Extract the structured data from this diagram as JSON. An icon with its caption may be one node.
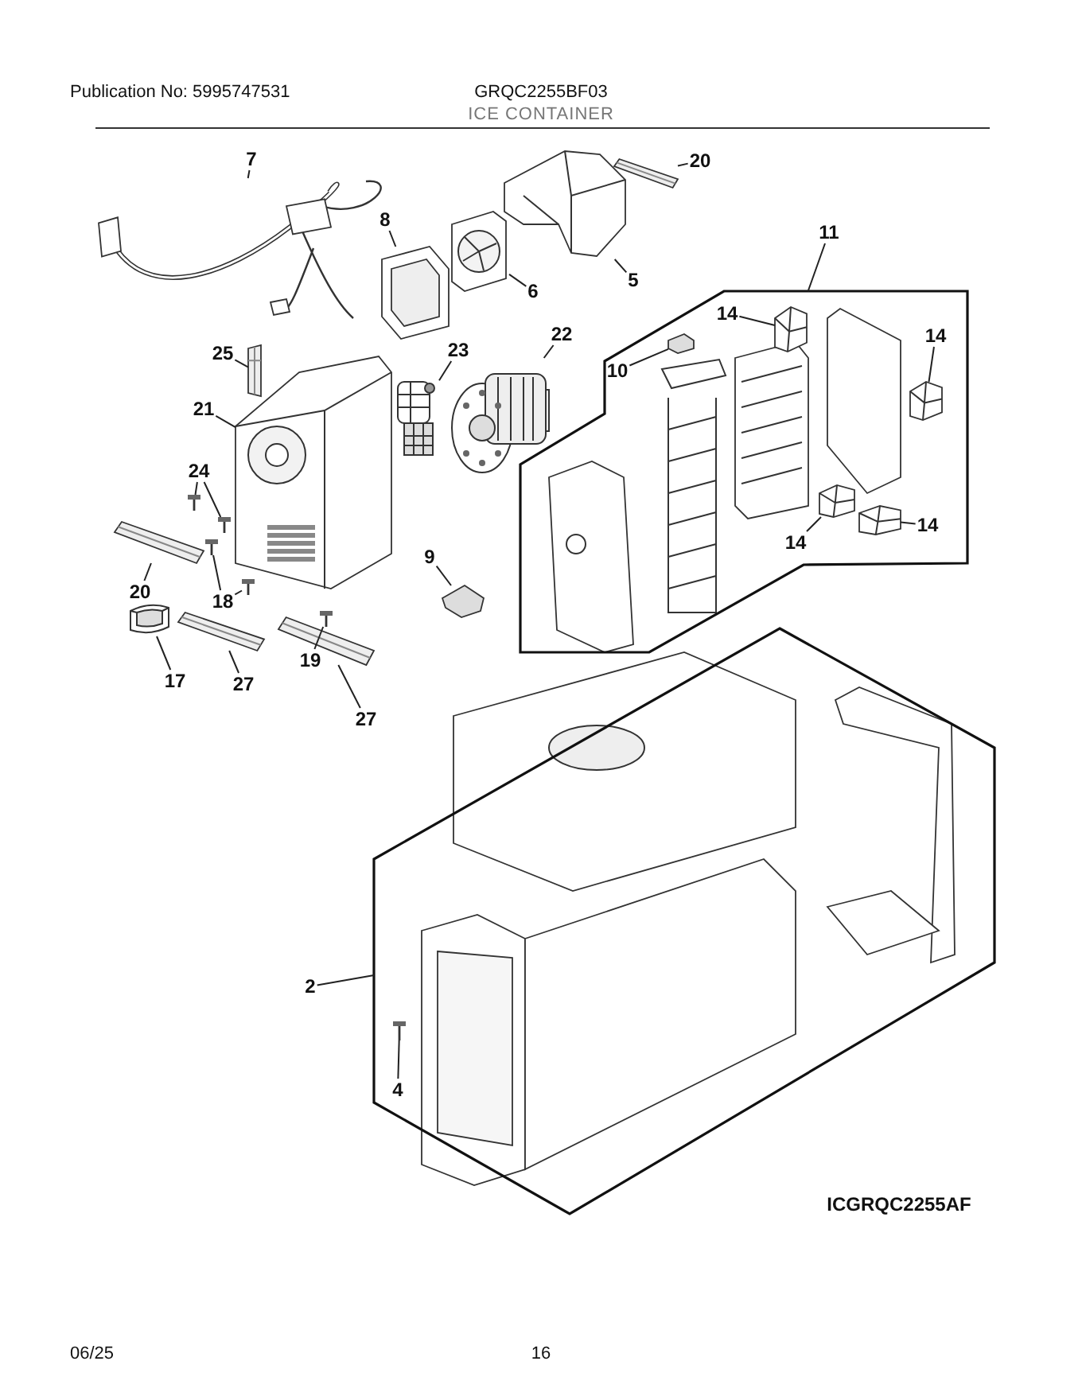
{
  "diagram": {
    "title": "ICE CONTAINER",
    "nodes": [
      {
        "text": [
          "7"
        ]
      },
      {
        "text": [],
        "shape": "picture"
      },
      {
        "text": [
          "8"
        ]
      },
      {
        "text": [],
        "shape": "picture"
      },
      {
        "text": [
          "6"
        ]
      },
      {
        "text": [],
        "shape": "picture"
      },
      {
        "text": [
          "5"
        ]
      },
      {
        "text": [],
        "shape": "picture"
      },
      {
        "text": [
          "20"
        ]
      },
      {
        "text": [],
        "shape": "picture"
      },
      {
        "text": [
          "11"
        ]
      },
      {
        "text": [],
        "shape": "box"
      },
      {
        "text": [
          "14"
        ],
        "in": 11
      },
      {
        "text": [],
        "shape": "box",
        "in": 11
      },
      {
        "text": [
          "10"
        ],
        "in": 11
      },
      {
        "text": [],
        "shape": "picture",
        "in": 11
      },
      {
        "text": [
          "14"
        ],
        "in": 11
      },
      {
        "text": [],
        "shape": "box",
        "in": 11
      },
      {
        "text": [
          "14"
        ],
        "in": 11
      },
      {
        "text": [],
        "shape": "box",
        "in": 11
      },
      {
        "text": [
          "14"
        ],
        "in": 11
      },
      {
        "text": [],
        "shape": "box",
        "in": 11
      },
      {
        "text": [
          "25"
        ]
      },
      {
        "text": [],
        "shape": "bar"
      },
      {
        "text": [
          "21"
        ]
      },
      {
        "text": [],
        "shape": "picture"
      },
      {
        "text": [
          "23"
        ]
      },
      {
        "text": [],
        "shape": "picture"
      },
      {
        "text": [
          "22"
        ]
      },
      {
        "text": [],
        "shape": "picture"
      },
      {
        "text": [
          "24"
        ]
      },
      {
        "text": [],
        "shape": "picture"
      },
      {
        "text": [],
        "shape": "picture"
      },
      {
        "text": [
          "20"
        ]
      },
      {
        "text": [],
        "shape": "picture"
      },
      {
        "text": [
          "18"
        ]
      },
      {
        "text": [],
        "shape": "picture"
      },
      {
        "text": [],
        "shape": "picture"
      },
      {
        "text": [
          "17"
        ]
      },
      {
        "text": [],
        "shape": "picture"
      },
      {
        "text": [
          "27"
        ]
      },
      {
        "text": [],
        "shape": "picture"
      },
      {
        "text": [
          "19"
        ]
      },
      {
        "text": [],
        "shape": "picture"
      },
      {
        "text": [
          "27"
        ]
      },
      {
        "text": [],
        "shape": "picture"
      },
      {
        "text": [
          "9"
        ]
      },
      {
        "text": [],
        "shape": "picture"
      },
      {
        "text": [
          "2"
        ]
      },
      {
        "text": [],
        "shape": "box"
      },
      {
        "text": [
          "4"
        ],
        "in": 49
      },
      {
        "text": [],
        "shape": "picture",
        "in": 49
      }
    ],
    "edges": [
      {
        "from": 0,
        "to": 1,
        "arrow": "none"
      },
      {
        "from": 2,
        "to": 3,
        "arrow": "none"
      },
      {
        "from": 4,
        "to": 5,
        "arrow": "none"
      },
      {
        "from": 6,
        "to": 7,
        "arrow": "none"
      },
      {
        "from": 8,
        "to": 9,
        "arrow": "none"
      },
      {
        "from": 10,
        "to": 11,
        "arrow": "none"
      },
      {
        "from": 12,
        "to": 13,
        "arrow": "none"
      },
      {
        "from": 14,
        "to": 15,
        "arrow": "none"
      },
      {
        "from": 16,
        "to": 17,
        "arrow": "none"
      },
      {
        "from": 18,
        "to": 19,
        "arrow": "none"
      },
      {
        "from": 20,
        "to": 21,
        "arrow": "none"
      },
      {
        "from": 22,
        "to": 23,
        "arrow": "none"
      },
      {
        "from": 24,
        "to": 25,
        "arrow": "none"
      },
      {
        "from": 26,
        "to": 27,
        "arrow": "none"
      },
      {
        "from": 28,
        "to": 29,
        "arrow": "none"
      },
      {
        "from": 30,
        "to": 31,
        "arrow": "none"
      },
      {
        "from": 30,
        "to": 32,
        "arrow": "none"
      },
      {
        "from": 33,
        "to": 34,
        "arrow": "none"
      },
      {
        "from": 35,
        "to": 36,
        "arrow": "none"
      },
      {
        "from": 35,
        "to": 37,
        "arrow": "none"
      },
      {
        "from": 38,
        "to": 39,
        "arrow": "none"
      },
      {
        "from": 40,
        "to": 41,
        "arrow": "none"
      },
      {
        "from": 42,
        "to": 43,
        "arrow": "none"
      },
      {
        "from": 44,
        "to": 45,
        "arrow": "none"
      },
      {
        "from": 46,
        "to": 47,
        "arrow": "none"
      },
      {
        "from": 48,
        "to": 49,
        "arrow": "none"
      },
      {
        "from": 50,
        "to": 51,
        "arrow": "none"
      }
    ],
    "labels": [
      "Publication No: 5995747531",
      "GRQC2255BF03",
      "ICGRQC2255AF",
      "06/25",
      "16"
    ]
  }
}
